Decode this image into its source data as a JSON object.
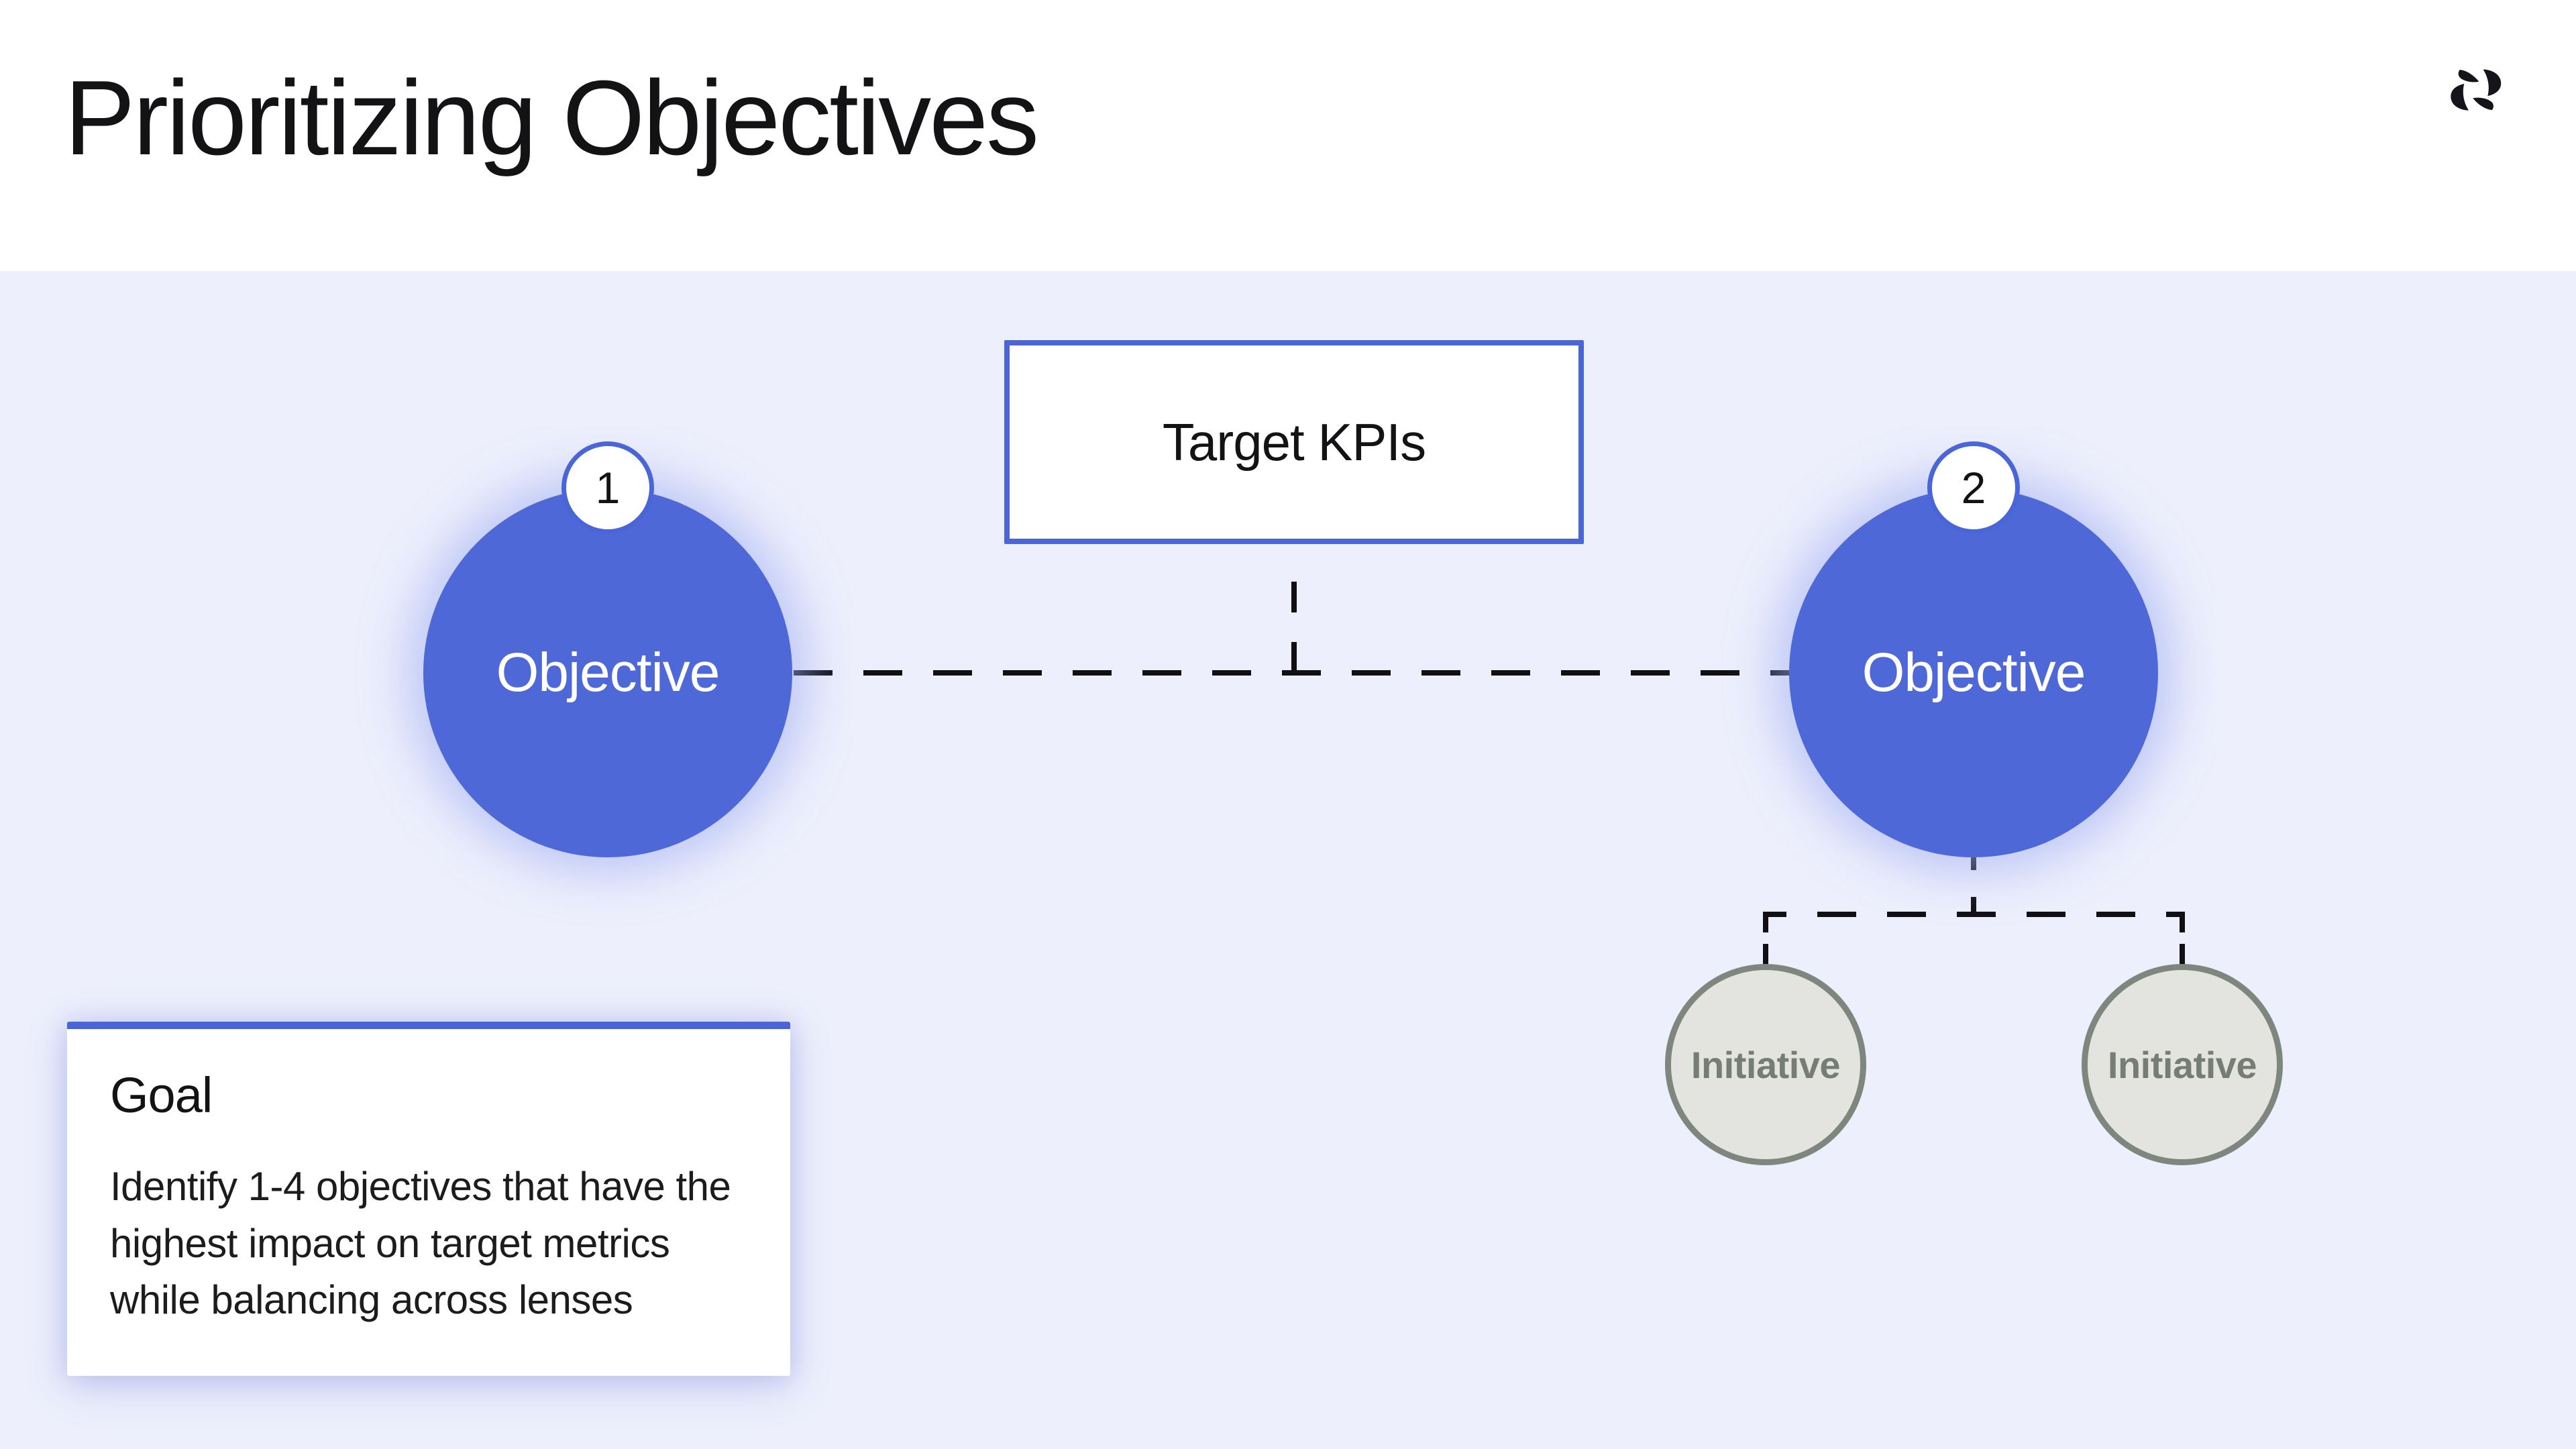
{
  "header": {
    "title": "Prioritizing Objectives",
    "logo": "pinwheel-brand-logo"
  },
  "diagram": {
    "target_kpis_label": "Target KPIs",
    "objectives": [
      {
        "number": "1",
        "label": "Objective"
      },
      {
        "number": "2",
        "label": "Objective"
      }
    ],
    "initiatives": [
      {
        "label": "Initiative"
      },
      {
        "label": "Initiative"
      }
    ]
  },
  "goal": {
    "title": "Goal",
    "body": "Identify 1-4 objectives that have the highest impact on target metrics while balancing across lenses"
  },
  "colors": {
    "accent-blue": "#4A65D8",
    "circle-blue": "#4E68D8",
    "canvas-lavender": "#EDEFFC",
    "header-white": "#FFFFFF",
    "line-black": "#101014",
    "initiative-fill": "#E3E4E0",
    "initiative-border": "#7F867D",
    "initiative-text": "#767D74",
    "text-black": "#131315",
    "text-white": "#FFFFFF"
  }
}
